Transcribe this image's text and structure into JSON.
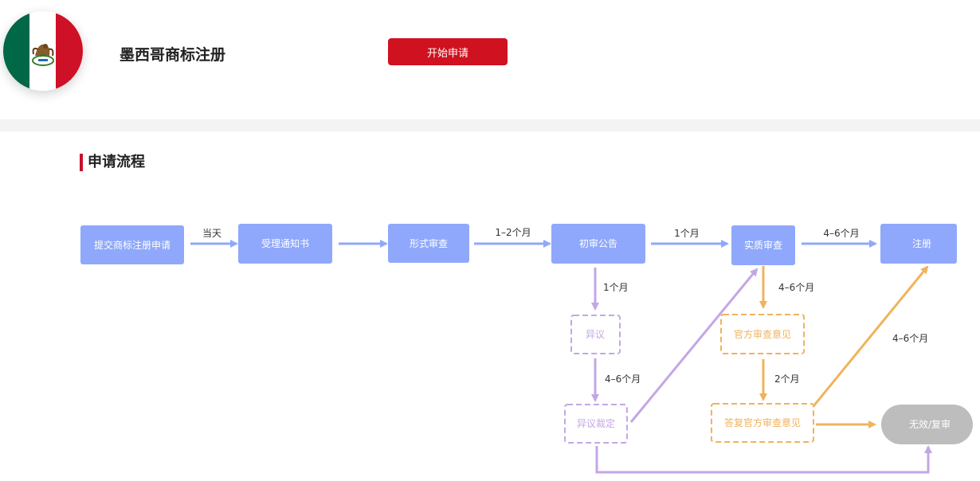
{
  "header": {
    "title": "墨西哥商标注册",
    "apply_button": "开始申请"
  },
  "section": {
    "title": "申请流程"
  },
  "diagram": {
    "nodes": {
      "submit": "提交商标注册申请",
      "receipt": "受理通知书",
      "formal": "形式审查",
      "prelim": "初审公告",
      "substantive": "实质审查",
      "register": "注册",
      "opposition": "异议",
      "opposition_ruling": "异议裁定",
      "office_action": "官方审查意见",
      "oa_response": "答复官方审查意见",
      "invalid": "无效/复审"
    },
    "edges": {
      "same_day": "当天",
      "formal_to_prelim": "1–2个月",
      "prelim_to_sub": "1个月",
      "sub_to_reg": "4–6个月",
      "prelim_to_opp": "1个月",
      "opp_to_ruling": "4–6个月",
      "sub_to_oa": "4–6个月",
      "oa_to_resp": "2个月",
      "resp_to_reg": "4–6个月"
    },
    "colors": {
      "main": "#8fa8fb",
      "opposition": "#c3a7e4",
      "office_action": "#f0b35c",
      "invalid": "#bdbdbd",
      "brand_red": "#d0111f"
    }
  }
}
